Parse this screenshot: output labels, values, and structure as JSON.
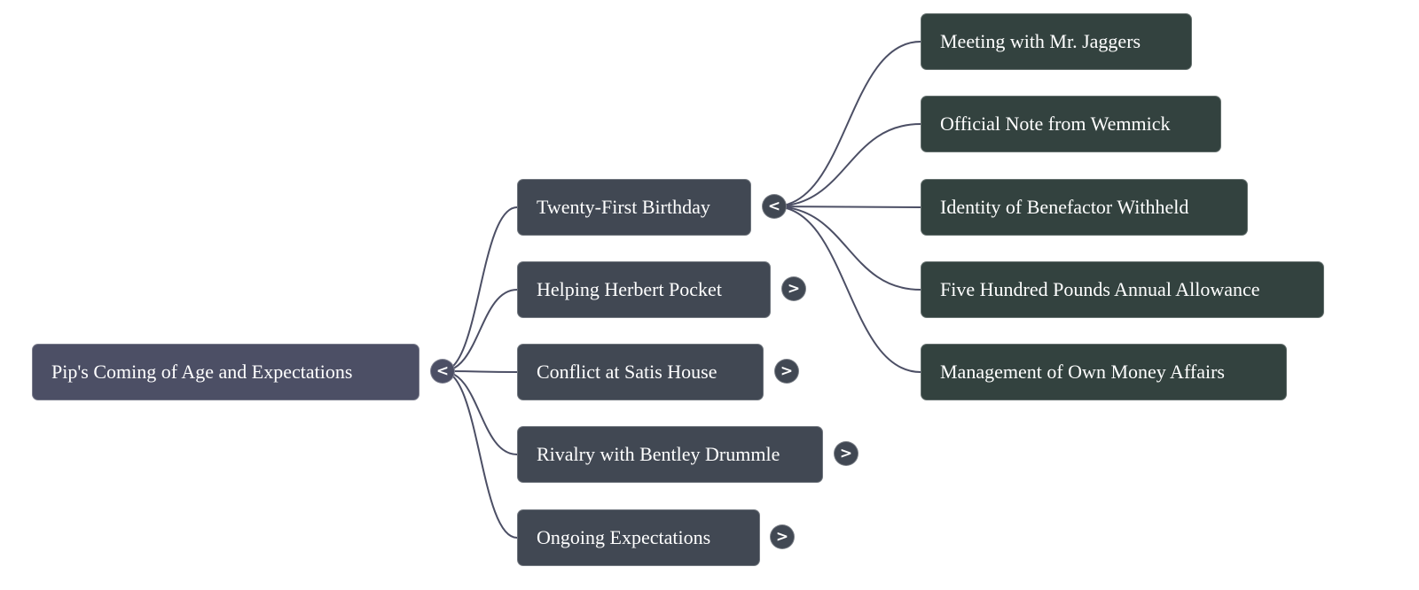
{
  "mindmap": {
    "root": {
      "label": "Pip's Coming of Age and Expectations",
      "toggle": "<",
      "expanded": true,
      "color": "#4c4f65"
    },
    "branches": [
      {
        "label": "Twenty-First Birthday",
        "toggle": "<",
        "expanded": true,
        "children": [
          {
            "label": "Meeting with Mr. Jaggers"
          },
          {
            "label": "Official Note from Wemmick"
          },
          {
            "label": "Identity of Benefactor Withheld"
          },
          {
            "label": "Five Hundred Pounds Annual Allowance"
          },
          {
            "label": "Management of Own Money Affairs"
          }
        ]
      },
      {
        "label": "Helping Herbert Pocket",
        "toggle": ">",
        "expanded": false
      },
      {
        "label": "Conflict at Satis House",
        "toggle": ">",
        "expanded": false
      },
      {
        "label": "Rivalry with Bentley Drummle",
        "toggle": ">",
        "expanded": false
      },
      {
        "label": "Ongoing Expectations",
        "toggle": ">",
        "expanded": false
      }
    ],
    "colors": {
      "root": "#4c4f65",
      "branch": "#414853",
      "leaf": "#33423f",
      "edge": "#4c4f65"
    }
  }
}
